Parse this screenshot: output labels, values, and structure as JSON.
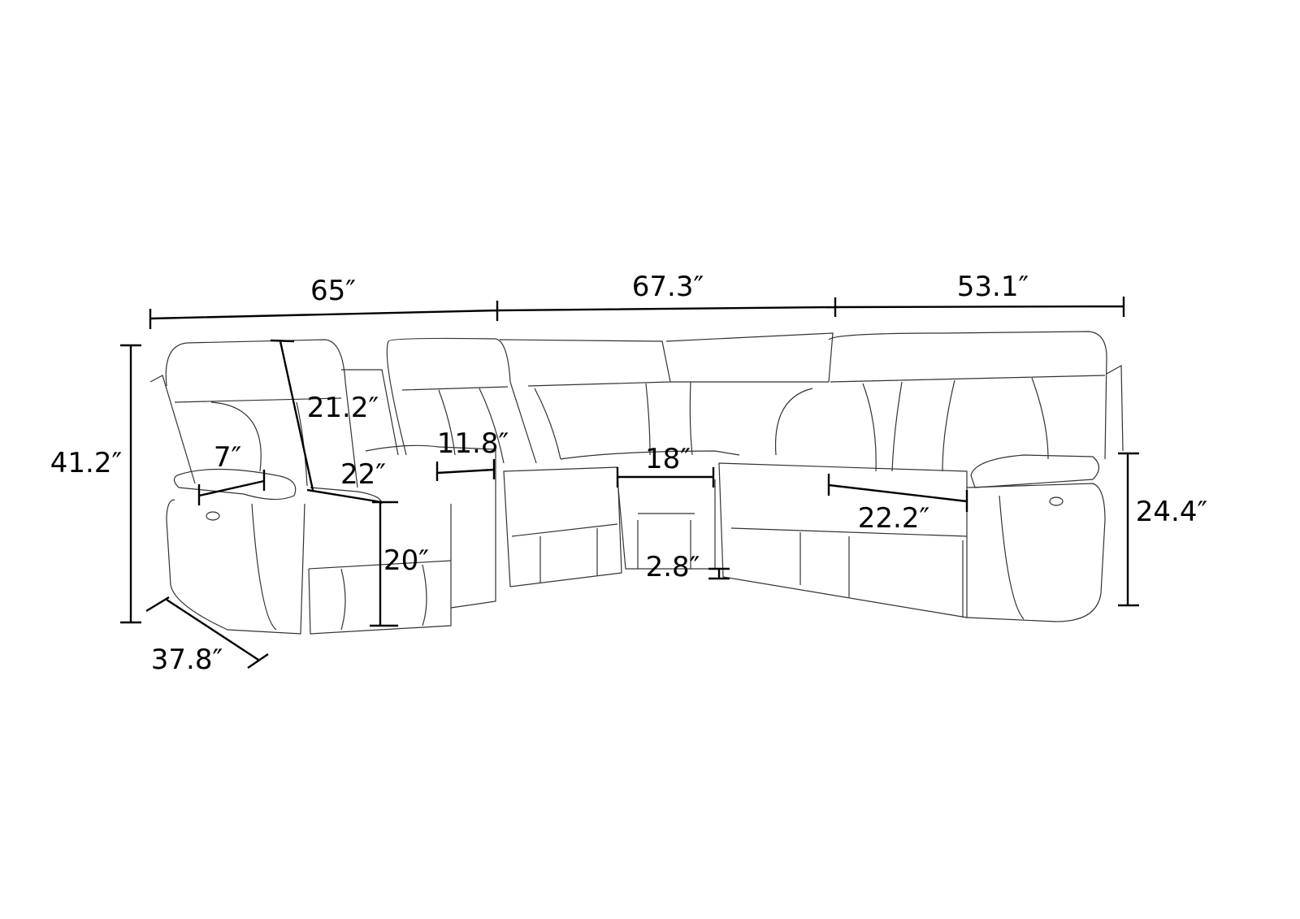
{
  "title": "Sectional sofa dimensions",
  "dimensions": {
    "width_left": "65″",
    "width_middle": "67.3″",
    "width_right": "53.1″",
    "total_height": "41.2″",
    "back_height": "21.2″",
    "arm_width": "7″",
    "console_width": "11.8″",
    "seat_depth": "22″",
    "seat_height": "20″",
    "corner_seat_width": "18″",
    "floor_clearance": "2.8″",
    "seat_width": "22.2″",
    "arm_height": "24.4″",
    "depth": "37.8″"
  },
  "colors": {
    "line": "#333333",
    "dimension": "#000000",
    "background": "#ffffff"
  }
}
